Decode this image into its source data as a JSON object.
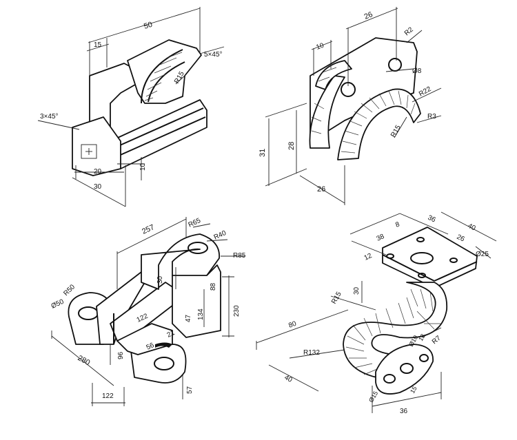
{
  "drawings": {
    "part1": {
      "dims": [
        "50",
        "15",
        "5×45°",
        "R15",
        "3×45°",
        "20",
        "30",
        "10"
      ]
    },
    "part2": {
      "dims": [
        "26",
        "10",
        "R2",
        "Ø8",
        "R22",
        "R3",
        "R15",
        "31",
        "28",
        "26"
      ]
    },
    "part3": {
      "dims": [
        "257",
        "R65",
        "R40",
        "R85",
        "Ø50",
        "R50",
        "30",
        "88",
        "230",
        "134",
        "47",
        "122",
        "21",
        "56",
        "96",
        "280",
        "122",
        "57"
      ]
    },
    "part4": {
      "dims": [
        "8",
        "38",
        "40",
        "36",
        "26",
        "12",
        "Ø25",
        "30",
        "R15",
        "80",
        "R132",
        "40",
        "Ø10",
        "12",
        "R7",
        "Ø15",
        "15",
        "36"
      ]
    }
  }
}
